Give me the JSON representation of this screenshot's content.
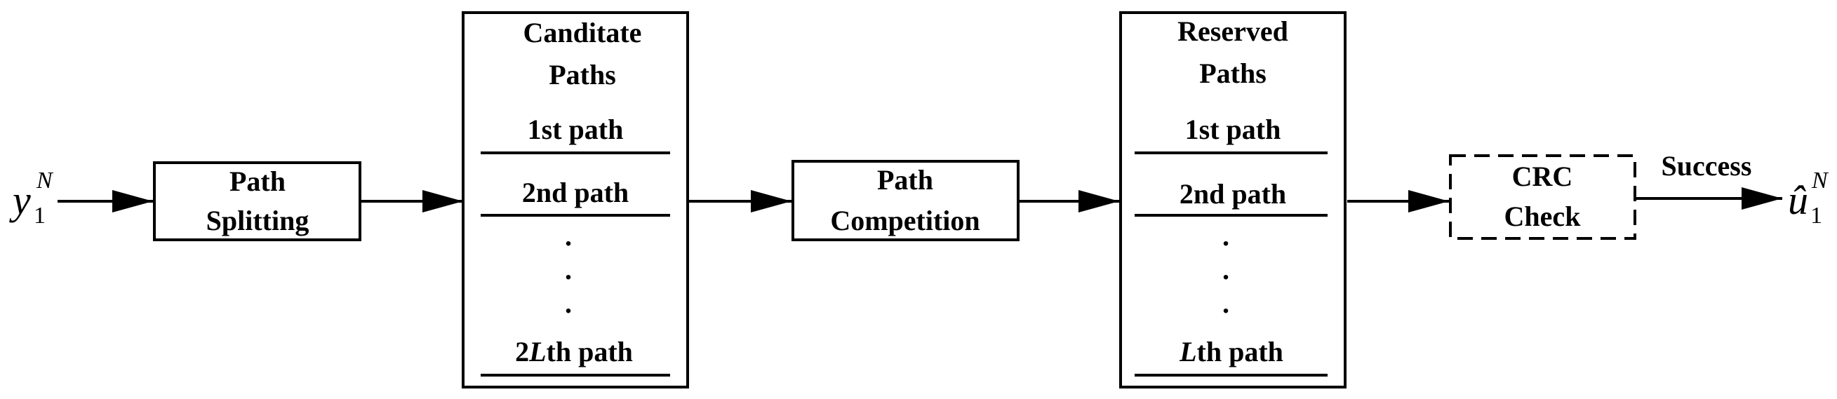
{
  "input_symbol": {
    "base": "y",
    "sub": "1",
    "sup": "N"
  },
  "output_symbol": {
    "base": "û",
    "sub": "1",
    "sup": "N"
  },
  "path_splitting": {
    "line1": "Path",
    "line2": "Splitting"
  },
  "candidate_paths": {
    "title_line1": "Canditate",
    "title_line2": "Paths",
    "rows": [
      "1st path",
      "2nd path"
    ],
    "dots": ".",
    "last_row": {
      "prefix": "2",
      "var": "L",
      "suffix": "th path"
    }
  },
  "path_competition": {
    "line1": "Path",
    "line2": "Competition"
  },
  "reserved_paths": {
    "title_line1": "Reserved",
    "title_line2": "Paths",
    "rows": [
      "1st path",
      "2nd path"
    ],
    "dots": ".",
    "last_row": {
      "prefix": "",
      "var": "L",
      "suffix": "th path"
    }
  },
  "crc_check": {
    "line1": "CRC",
    "line2": "Check"
  },
  "success_label": "Success"
}
